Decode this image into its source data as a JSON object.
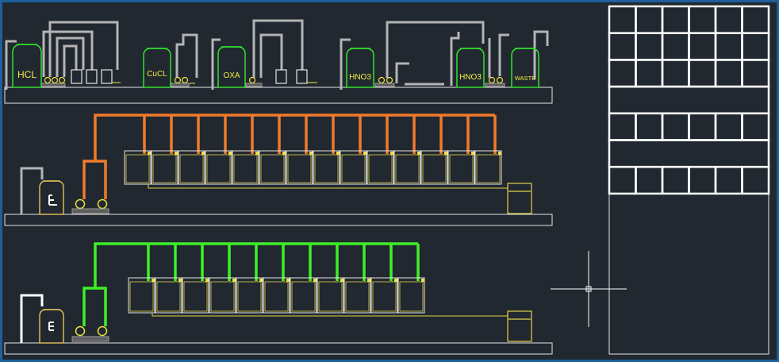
{
  "colors": {
    "background": "#212830",
    "frame": "#1f5f9c",
    "outline": "#e6e6e6",
    "pipe_gray": "#b4b4b4",
    "pipe_orange": "#f07a2a",
    "pipe_green": "#3df028",
    "tank_green": "#33e02e",
    "tank_yellow": "#f2ec42",
    "tank_tan": "#d8b85a",
    "vessel_yellow": "#e2d24a",
    "pump_yellow": "#f0e040",
    "hatch": "#9a9a9a"
  },
  "top_row": {
    "tanks": [
      "HCL",
      "CuCL",
      "OXA",
      "HNO3",
      "HNO3",
      "WASTE"
    ]
  },
  "middle_row": {
    "bath_count": 14
  },
  "bottom_row": {
    "bath_count": 11
  },
  "grid_panel": {
    "columns": 6,
    "rows": [
      "cells",
      "cells",
      "cells",
      "band",
      "cells",
      "band",
      "cells"
    ]
  }
}
